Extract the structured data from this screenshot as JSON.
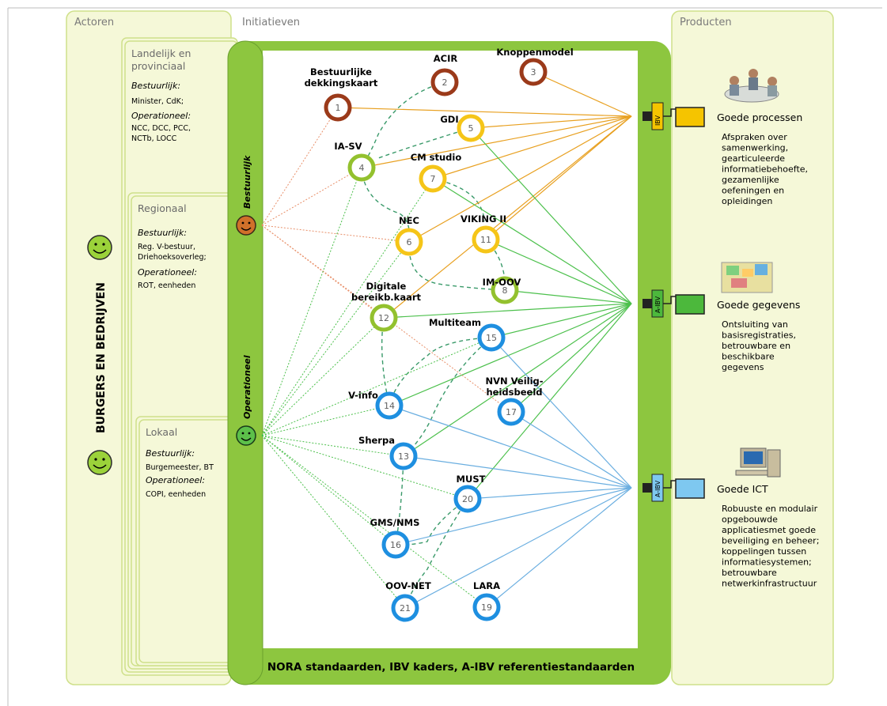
{
  "sections": {
    "actoren": "Actoren",
    "initiatieven": "Initiatieven",
    "producten": "Producten"
  },
  "actors": {
    "burgers": "BURGERS EN BEDRIJVEN",
    "landelijk": {
      "title_l1": "Landelijk en",
      "title_l2": "provinciaal",
      "bestuurlijk_label": "Bestuurlijk:",
      "bestuurlijk_text": "Minister, CdK;",
      "operationeel_label": "Operationeel:",
      "operationeel_l1": "NCC, DCC, PCC,",
      "operationeel_l2": "NCTb, LOCC"
    },
    "regionaal": {
      "title": "Regionaal",
      "bestuurlijk_label": "Bestuurlijk:",
      "bestuurlijk_l1": "Reg. V-bestuur,",
      "bestuurlijk_l2": "Driehoeksoverleg;",
      "operationeel_label": "Operationeel:",
      "operationeel_text": "ROT, eenheden"
    },
    "lokaal": {
      "title": "Lokaal",
      "bestuurlijk_label": "Bestuurlijk:",
      "bestuurlijk_text": "Burgemeester, BT",
      "operationeel_label": "Operationeel:",
      "operationeel_text": "COPI, eenheden"
    }
  },
  "bar_labels": {
    "bestuurlijk": "Bestuurlijk",
    "operationeel": "Operationeel"
  },
  "footer": "NORA standaarden, IBV kaders, A-IBV referentiestandaarden",
  "colors": {
    "green_bar": "#8dc63f",
    "panel_fill": "#f5f8d8",
    "panel_border": "#cfe08a",
    "brown": "#9b3a1a",
    "yellow": "#f5c518",
    "lightgreen": "#93c12e",
    "blue": "#1e8fe0",
    "orange_line": "#e8a020",
    "green_line": "#4cc04c",
    "blue_line": "#6aaee0",
    "peach_line": "#e8906a",
    "dash_line": "#3a9a6a"
  },
  "nodes": [
    {
      "num": "1",
      "label_l1": "Bestuurlijke",
      "label_l2": "dekkingskaart",
      "color": "brown"
    },
    {
      "num": "2",
      "label_l1": "ACIR",
      "label_l2": "",
      "color": "brown"
    },
    {
      "num": "3",
      "label_l1": "Knoppenmodel",
      "label_l2": "",
      "color": "brown"
    },
    {
      "num": "5",
      "label_l1": "GDI",
      "label_l2": "",
      "color": "yellow"
    },
    {
      "num": "4",
      "label_l1": "IA-SV",
      "label_l2": "",
      "color": "lightgreen"
    },
    {
      "num": "7",
      "label_l1": "CM studio",
      "label_l2": "",
      "color": "yellow"
    },
    {
      "num": "6",
      "label_l1": "NEC",
      "label_l2": "",
      "color": "yellow"
    },
    {
      "num": "11",
      "label_l1": "VIKING II",
      "label_l2": "",
      "color": "yellow"
    },
    {
      "num": "8",
      "label_l1": "IM-OOV",
      "label_l2": "",
      "color": "lightgreen"
    },
    {
      "num": "12",
      "label_l1": "Digitale",
      "label_l2": "bereikb.kaart",
      "color": "lightgreen"
    },
    {
      "num": "15",
      "label_l1": "Multiteam",
      "label_l2": "",
      "color": "blue"
    },
    {
      "num": "14",
      "label_l1": "V-info",
      "label_l2": "",
      "color": "blue"
    },
    {
      "num": "17",
      "label_l1": "NVN Veilig-",
      "label_l2": "heidsbeeld",
      "color": "blue"
    },
    {
      "num": "13",
      "label_l1": "Sherpa",
      "label_l2": "",
      "color": "blue"
    },
    {
      "num": "20",
      "label_l1": "MUST",
      "label_l2": "",
      "color": "blue"
    },
    {
      "num": "16",
      "label_l1": "GMS/NMS",
      "label_l2": "",
      "color": "blue"
    },
    {
      "num": "21",
      "label_l1": "OOV-NET",
      "label_l2": "",
      "color": "blue"
    },
    {
      "num": "19",
      "label_l1": "LARA",
      "label_l2": "",
      "color": "blue"
    }
  ],
  "products": [
    {
      "plug": "IBV",
      "title": "Goede processen",
      "desc": [
        "Afspraken over",
        "samenwerking,",
        "gearticuleerde",
        "informatiebehoefte,",
        "gezamenlijke",
        "oefeningen en",
        "opleidingen"
      ],
      "box_color": "#f5c400",
      "plug_color": "#f5c400",
      "image_icon": "people-meeting-icon"
    },
    {
      "plug": "A-IBV",
      "title": "Goede gegevens",
      "desc": [
        "Ontsluiting van",
        "basisregistraties,",
        "betrouwbare en",
        "beschikbare",
        "gegevens"
      ],
      "box_color": "#4cb83c",
      "plug_color": "#4cb83c",
      "image_icon": "map-data-icon"
    },
    {
      "plug": "A-IBV",
      "title": "Goede ICT",
      "desc": [
        "Robuuste en modulair",
        "opgebouwde",
        "applicatiesmet goede",
        "beveiliging en beheer;",
        "koppelingen tussen",
        "informatiesystemen;",
        "betrouwbare",
        "netwerkinfrastructuur"
      ],
      "box_color": "#7ec8f0",
      "plug_color": "#7ec8f0",
      "image_icon": "computer-icon"
    }
  ]
}
